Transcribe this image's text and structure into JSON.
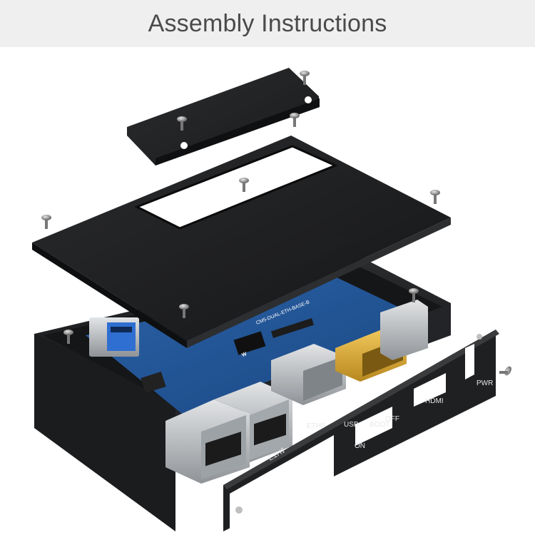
{
  "page": {
    "title": "Assembly Instructions"
  },
  "board": {
    "silkscreen": "CM5-DUAL-ETH-BASE-B",
    "brand": "W"
  },
  "panel": {
    "labels": {
      "eth1": "ETH1",
      "eth0": "ETH0",
      "usb": "USB",
      "boot": "BOOT",
      "off": "OFF",
      "on": "ON",
      "hdmi": "HDMI",
      "pwr": "PWR"
    }
  },
  "colors": {
    "header_bg": "#efefef",
    "title_text": "#4a4a4a",
    "enclosure": "#1d1e20",
    "pcb": "#1f4f8f",
    "hdmi_connector": "#d7a732",
    "port_silver": "#b8bcc0"
  }
}
